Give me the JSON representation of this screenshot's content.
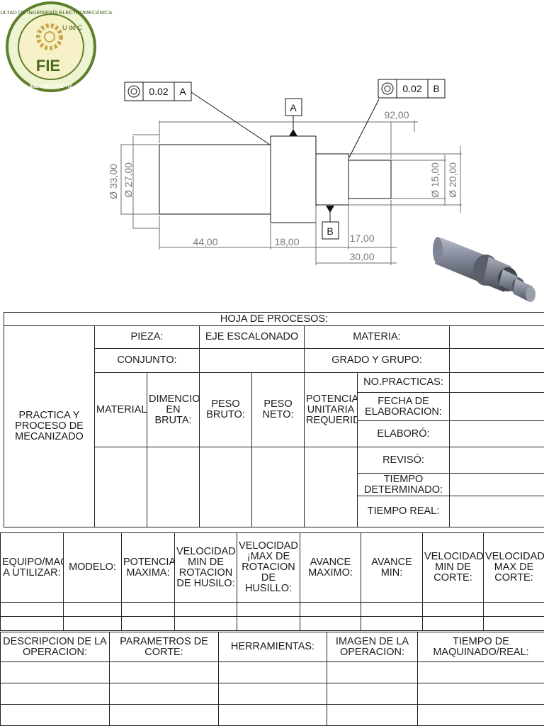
{
  "logo": {
    "ring_text": "FACULTAD DE INGENIERÍA ELECTROMECÁNICA",
    "center_text": "FIE",
    "badge_text": "U de C",
    "bottom_text": "IME • IMT • ITE • IS"
  },
  "drawing": {
    "tolerance_left": {
      "value": "0.02",
      "datum": "A"
    },
    "tolerance_right": {
      "value": "0.02",
      "datum": "B"
    },
    "datum_a": "A",
    "datum_b": "B",
    "dims": {
      "total_length": "92,00",
      "len_left": "44,00",
      "len_mid": "18,00",
      "len_step": "17,00",
      "len_right": "30,00",
      "dia_outer_left": "Ø 33,00",
      "dia_inner_left": "Ø 27,00",
      "dia_outer_right": "Ø 20,00",
      "dia_inner_right": "Ø 15,00"
    }
  },
  "sheet1": {
    "title": "HOJA DE PROCESOS:",
    "practica": "PRACTICA Y PROCESO DE MECANIZADO",
    "pieza_label": "PIEZA:",
    "pieza_value": "EJE ESCALONADO",
    "materia_label": "MATERIA:",
    "conjunto_label": "CONJUNTO:",
    "grado_label": "GRADO Y GRUPO:",
    "material": "MATERIAL:",
    "dimenciones": "DIMENCIONES EN BRUTA:",
    "peso_bruto": "PESO BRUTO:",
    "peso_neto": "PESO NETO:",
    "potencia": "POTENCIA UNITARIA REQUERIDA:",
    "no_practicas": "NO.PRACTICAS:",
    "fecha": "FECHA DE ELABORACION:",
    "elaboro": "ELABORÓ:",
    "reviso": "REVISÓ:",
    "tiempo_det": "TIEMPO DETERMINADO:",
    "tiempo_real": "TIEMPO REAL:"
  },
  "sheet2": {
    "headers": [
      "EQUIPO/MAQUINA A UTILIZAR:",
      "MODELO:",
      "POTENCIA MAXIMA:",
      "VELOCIDAD MIN DE ROTACION DE HUSILO:",
      "VELOCIDAD ¡MAX DE ROTACION DE HUSILLO:",
      "AVANCE MAXIMO:",
      "AVANCE MIN:",
      "VELOCIDAD MIN DE CORTE:",
      "VELOCIDAD MAX DE CORTE:"
    ]
  },
  "sheet3": {
    "headers": [
      "DESCRIPCION DE LA OPERACION:",
      "PARAMETROS DE CORTE:",
      "HERRAMIENTAS:",
      "IMAGEN DE LA OPERACION:",
      "TIEMPO DE MAQUINADO/REAL:"
    ]
  }
}
